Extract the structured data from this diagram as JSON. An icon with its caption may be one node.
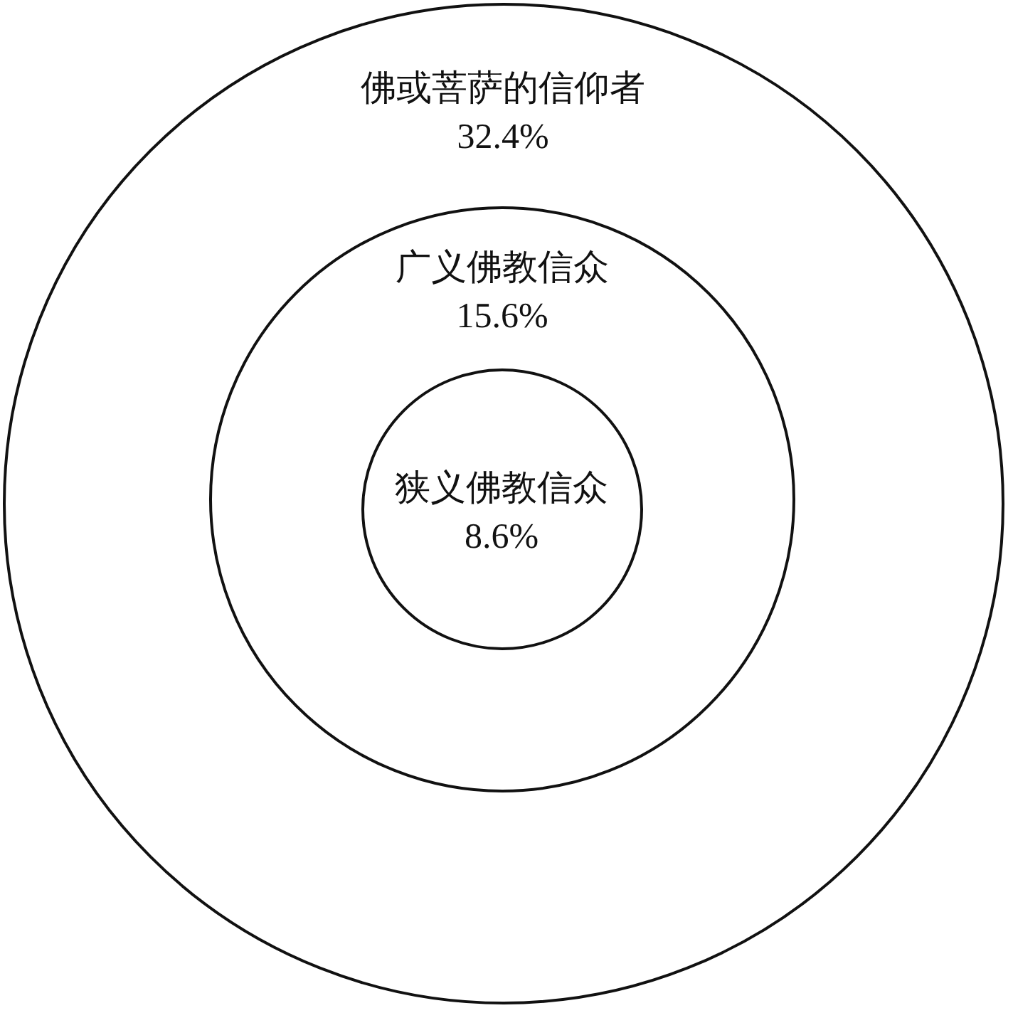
{
  "diagram": {
    "nodes": [
      {
        "text": [
          "佛或菩萨的信仰者",
          "32.4%"
        ]
      },
      {
        "text": [
          "广义佛教信众",
          "15.6%"
        ],
        "in": 0
      },
      {
        "text": [
          "狭义佛教信众",
          "8.6%"
        ],
        "in": 1
      }
    ]
  }
}
